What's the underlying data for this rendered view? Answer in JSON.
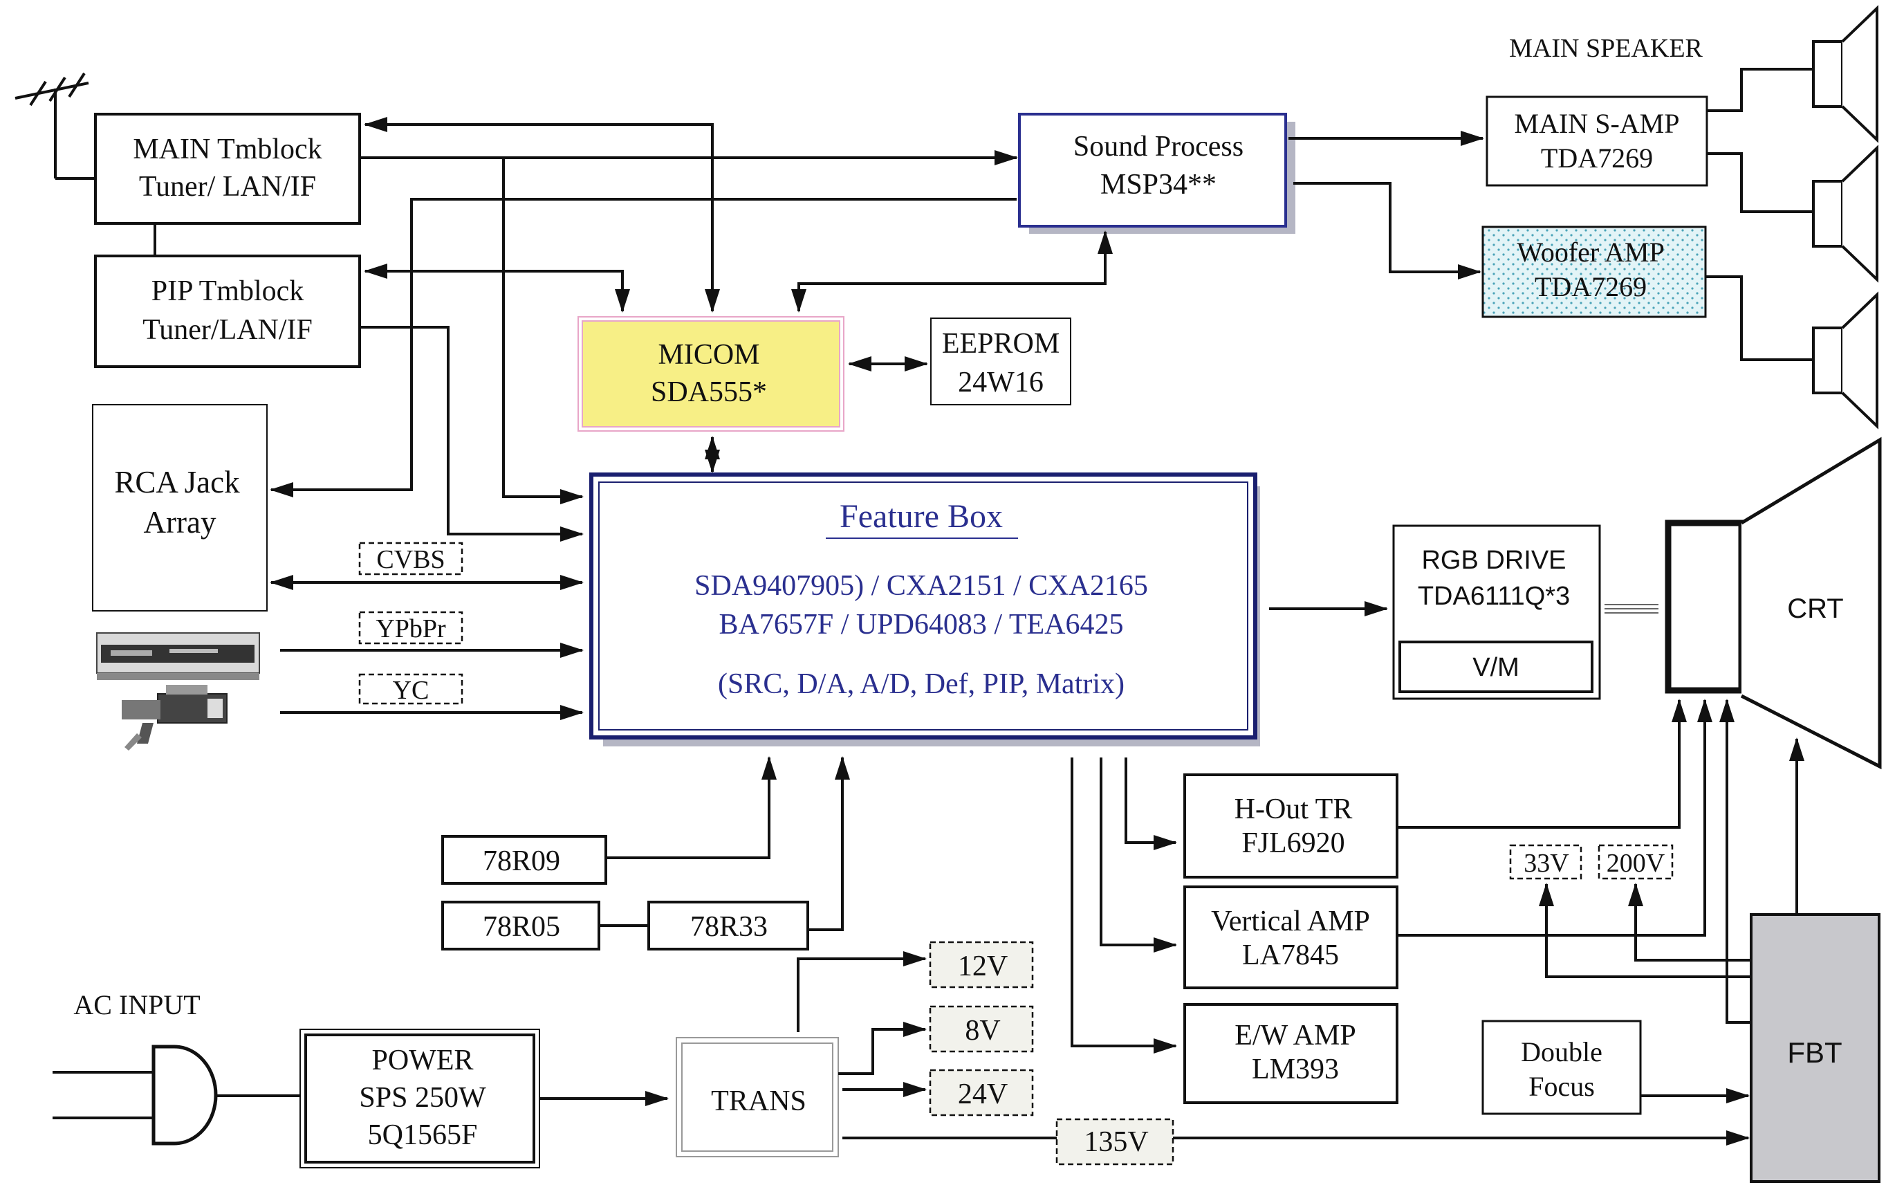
{
  "blocks": {
    "main_tuner": [
      "MAIN Tmblock",
      "Tuner/ LAN/IF"
    ],
    "pip_tuner": [
      "PIP Tmblock",
      "Tuner/LAN/IF"
    ],
    "rca_jack": [
      "RCA Jack",
      "Array"
    ],
    "micom": [
      "MICOM",
      "SDA555*"
    ],
    "eeprom": [
      "EEPROM",
      "24W16"
    ],
    "sound_process": [
      "Sound Process",
      "MSP34**"
    ],
    "main_speaker_label": "MAIN SPEAKER",
    "main_amp": [
      "MAIN S-AMP",
      "TDA7269"
    ],
    "woofer_amp": [
      "Woofer AMP",
      "TDA7269"
    ],
    "feature_box": {
      "title": "Feature Box",
      "line1": "SDA9407905) / CXA2151 / CXA2165",
      "line2": "BA7657F / UPD64083 / TEA6425",
      "line3": "(SRC, D/A, A/D, Def, PIP, Matrix)"
    },
    "rgb_drive": [
      "RGB DRIVE",
      "TDA6111Q*3"
    ],
    "vm": "V/M",
    "crt": "CRT",
    "h_out": [
      "H-Out TR",
      "FJL6920"
    ],
    "vertical_amp": [
      "Vertical AMP",
      "LA7845"
    ],
    "ew_amp": [
      "E/W AMP",
      "LM393"
    ],
    "double_focus": [
      "Double",
      "Focus"
    ],
    "fbt": "FBT",
    "reg_78r09": "78R09",
    "reg_78r05": "78R05",
    "reg_78r33": "78R33",
    "ac_input": "AC INPUT",
    "power": [
      "POWER",
      "SPS 250W",
      "5Q1565F"
    ],
    "trans": "TRANS"
  },
  "signals": {
    "cvbs": "CVBS",
    "ypbpr": "YPbPr",
    "yc": "YC",
    "v12": "12V",
    "v8": "8V",
    "v24": "24V",
    "v135": "135V",
    "v33": "33V",
    "v200": "200V"
  },
  "colors": {
    "micom_fill": "#f7ef86",
    "micom_border": "#e8a6c8",
    "blue_border": "#2a2f8f",
    "blue_text": "#2a2f8f",
    "shadow": "#b5b6c4",
    "woofer_fill": "#e3f4f7",
    "fbt_fill": "#c8c8cc"
  },
  "icons": [
    "antenna-icon",
    "vcr-icon",
    "camcorder-icon",
    "speaker-icon",
    "ac-plug-icon"
  ]
}
